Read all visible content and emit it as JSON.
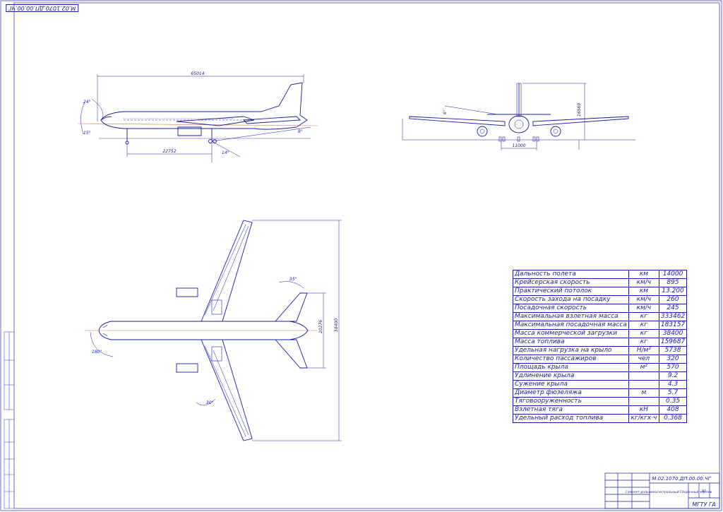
{
  "sheet": {
    "corner_code": "М.02.1070.ДП.00.00.ЧГ",
    "title_block": {
      "code": "М.02.1070.ДП.00.00.ЧГ",
      "name": "Самолет дальнемагистральный Сборочный чертеж",
      "org": "МГТУ ГА",
      "extra": "А1"
    }
  },
  "dims": {
    "side_length": "65014",
    "side_wheelbase": "22752",
    "side_angle_nose_up": "24°",
    "side_angle_nose_down": "15°",
    "side_angle_tail": "8°",
    "side_angle_tail2": "14°",
    "front_height": "16569",
    "front_track": "11000",
    "front_dihedral": "6°",
    "top_sweep": "35°",
    "top_sweep2": "30°",
    "top_span": "58400",
    "top_tail_span": "20276",
    "top_nose_angle": "180°"
  },
  "spec_table": [
    {
      "param": "Дальность полета",
      "unit": "км",
      "value": "14000"
    },
    {
      "param": "Крейсерская скорость",
      "unit": "км/ч",
      "value": "895"
    },
    {
      "param": "Практический потолок",
      "unit": "км",
      "value": "13.200"
    },
    {
      "param": "Скорость захода на посадку",
      "unit": "км/ч",
      "value": "260"
    },
    {
      "param": "Посадочная скорость",
      "unit": "км/ч",
      "value": "245"
    },
    {
      "param": "Максимальная взлетная масса",
      "unit": "кг",
      "value": "333462"
    },
    {
      "param": "Максимальная посадочная масса",
      "unit": "кг",
      "value": "183157"
    },
    {
      "param": "Масса коммерческой загрузки",
      "unit": "кг",
      "value": "38400"
    },
    {
      "param": "Масса топлива",
      "unit": "кг",
      "value": "159687"
    },
    {
      "param": "Удельная нагрузка на крыло",
      "unit": "Н/м²",
      "value": "5738"
    },
    {
      "param": "Количество пассажиров",
      "unit": "чел",
      "value": "320"
    },
    {
      "param": "Площадь крыла",
      "unit": "м²",
      "value": "570"
    },
    {
      "param": "Удлинение крыла",
      "unit": "",
      "value": "9.2"
    },
    {
      "param": "Сужение крыла",
      "unit": "",
      "value": "4.3"
    },
    {
      "param": "Диаметр фюзеляжа",
      "unit": "м",
      "value": "5.7"
    },
    {
      "param": "Тяговооруженность",
      "unit": "",
      "value": "0.35"
    },
    {
      "param": "Взлетная тяга",
      "unit": "кН",
      "value": "408"
    },
    {
      "param": "Удельный расход топлива",
      "unit": "кг/кгх·ч",
      "value": "0.368"
    }
  ],
  "colors": {
    "line": "#1a1aa6",
    "axis": "#d97a4a",
    "frame": "#6a6ad0"
  }
}
